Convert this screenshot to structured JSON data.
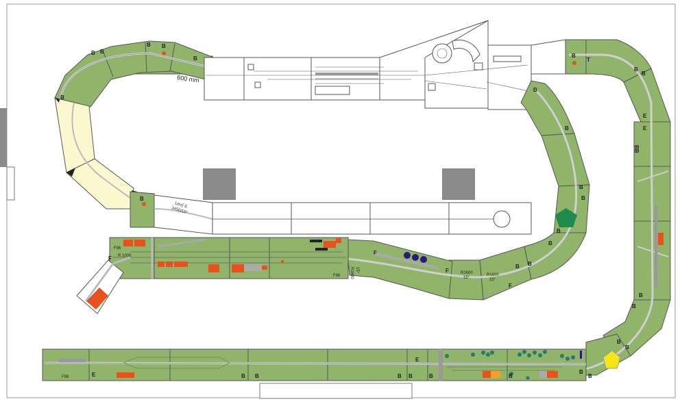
{
  "colors": {
    "module": "#8fb46a",
    "module_stroke": "#555555",
    "track": "#c9c9c9",
    "transition": "#fbf8d0",
    "building": "#e8501c",
    "station_box": "#8a8a8a",
    "marker_green": "#1f8c4e",
    "marker_yellow": "#f5e614",
    "marker_blue": "#2a1a7a",
    "tree": "#2a7a6a"
  },
  "labels": {
    "length": "600 mm",
    "levy": "Levý 3.",
    "levy_spec": "3450/15°",
    "r1000": "R 1000",
    "r1600a": "R1600",
    "r1600a_angle": "15°",
    "r1600b": "R1600",
    "r1600b_angle": "15°",
    "r1600c": "R1600",
    "r1600c_angle": "15°",
    "f96a": "F96",
    "f96b": "F96",
    "f96c": "F96",
    "b": "B",
    "e": "E",
    "f": "F",
    "t": "T",
    "bb": "BB"
  }
}
